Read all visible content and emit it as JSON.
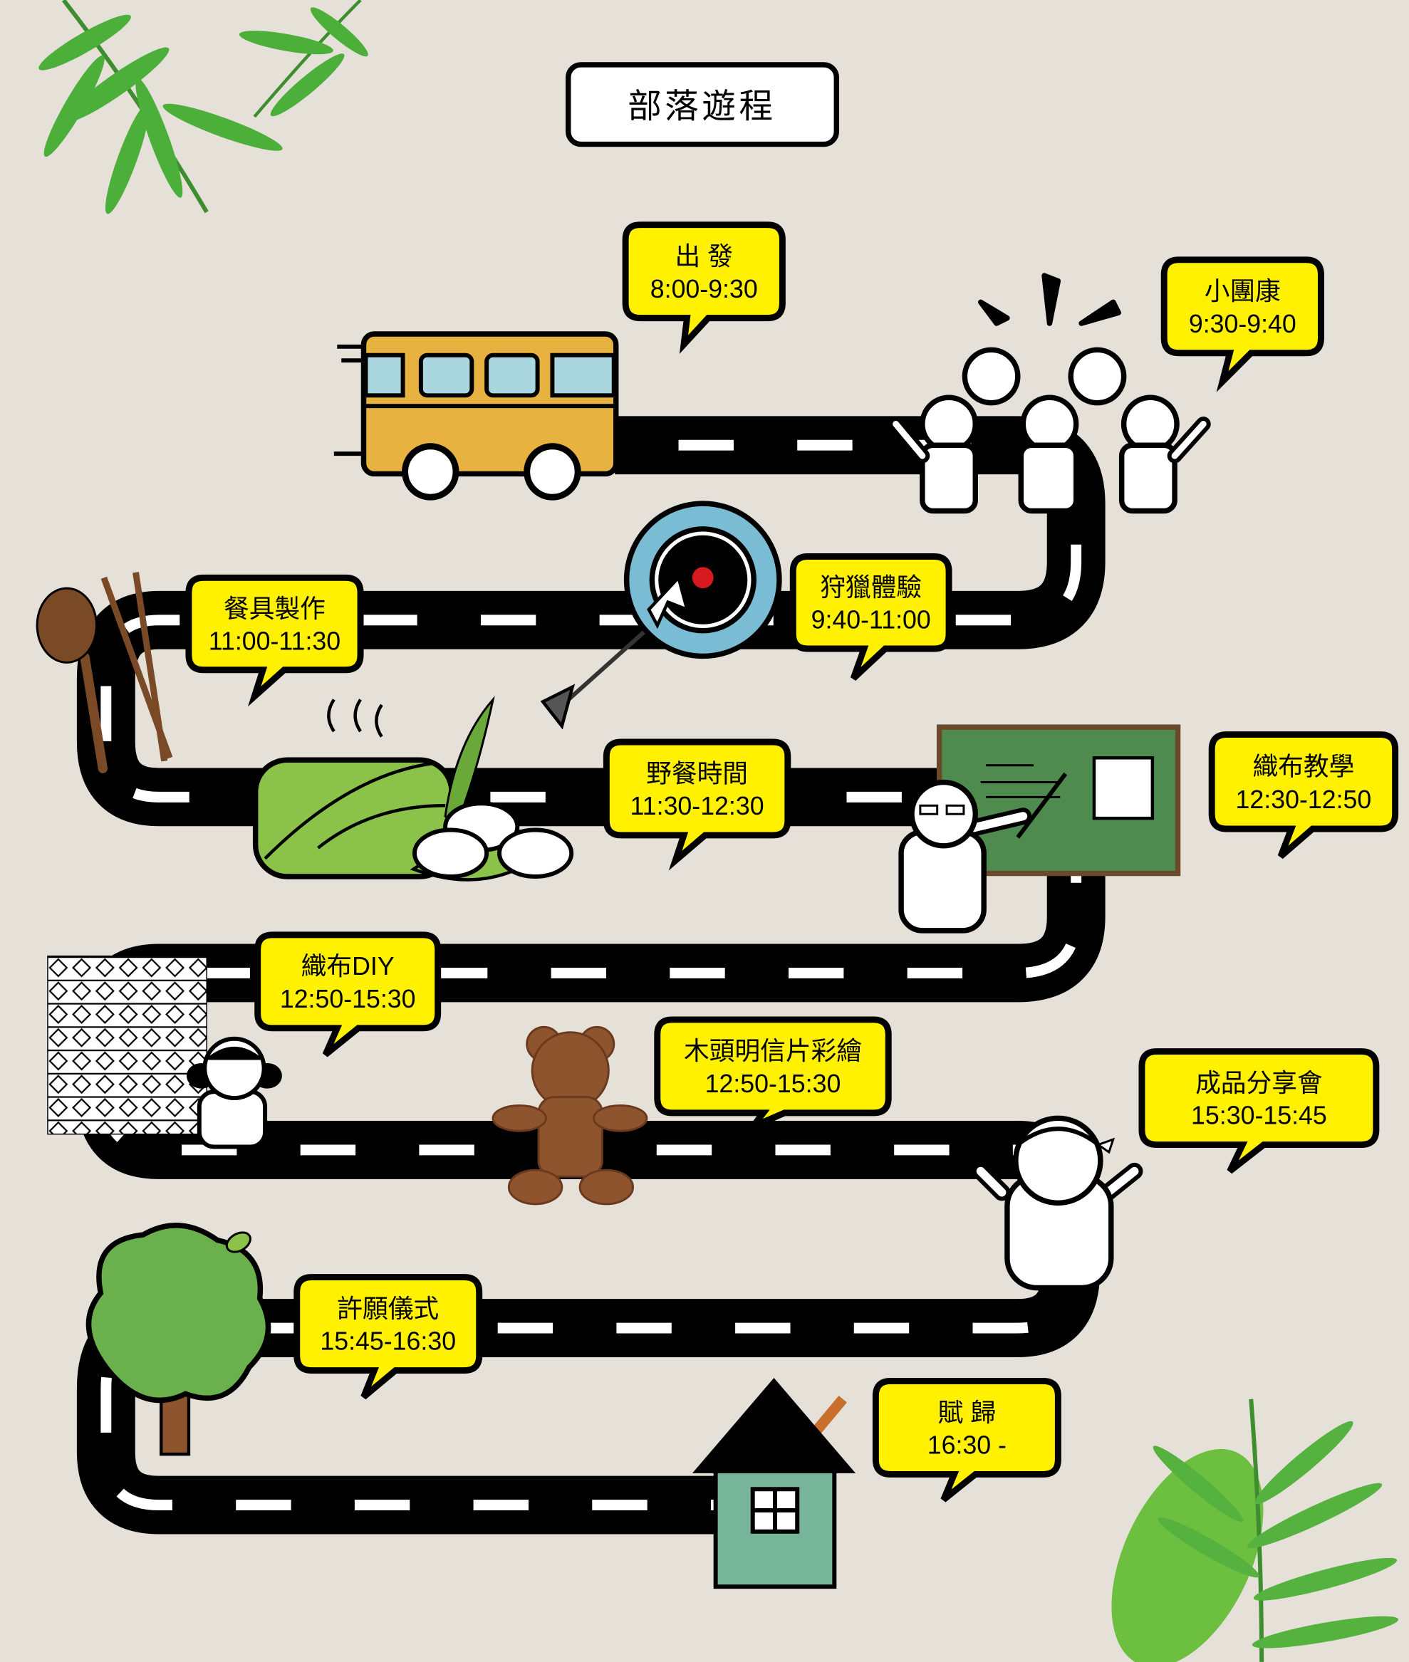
{
  "title": "部落遊程",
  "colors": {
    "background": "#e5e0d8",
    "bubble": "#fff100",
    "road": "#000000",
    "bus": "#e8b240",
    "target": "#7bbcd5",
    "chalkboard": "#4f8b4e",
    "house": "#77b59a",
    "tree": "#6ab04c",
    "bear": "#8e542e"
  },
  "stops": [
    {
      "name": "出 發",
      "time": "8:00-9:30"
    },
    {
      "name": "小團康",
      "time": "9:30-9:40"
    },
    {
      "name": "狩獵體驗",
      "time": "9:40-11:00"
    },
    {
      "name": "餐具製作",
      "time": "11:00-11:30"
    },
    {
      "name": "野餐時間",
      "time": "11:30-12:30"
    },
    {
      "name": "織布教學",
      "time": "12:30-12:50"
    },
    {
      "name": "織布DIY",
      "time": "12:50-15:30"
    },
    {
      "name": "木頭明信片彩繪",
      "time": "12:50-15:30"
    },
    {
      "name": "成品分享會",
      "time": "15:30-15:45"
    },
    {
      "name": "許願儀式",
      "time": "15:45-16:30"
    },
    {
      "name": "賦 歸",
      "time": "16:30 -"
    }
  ]
}
